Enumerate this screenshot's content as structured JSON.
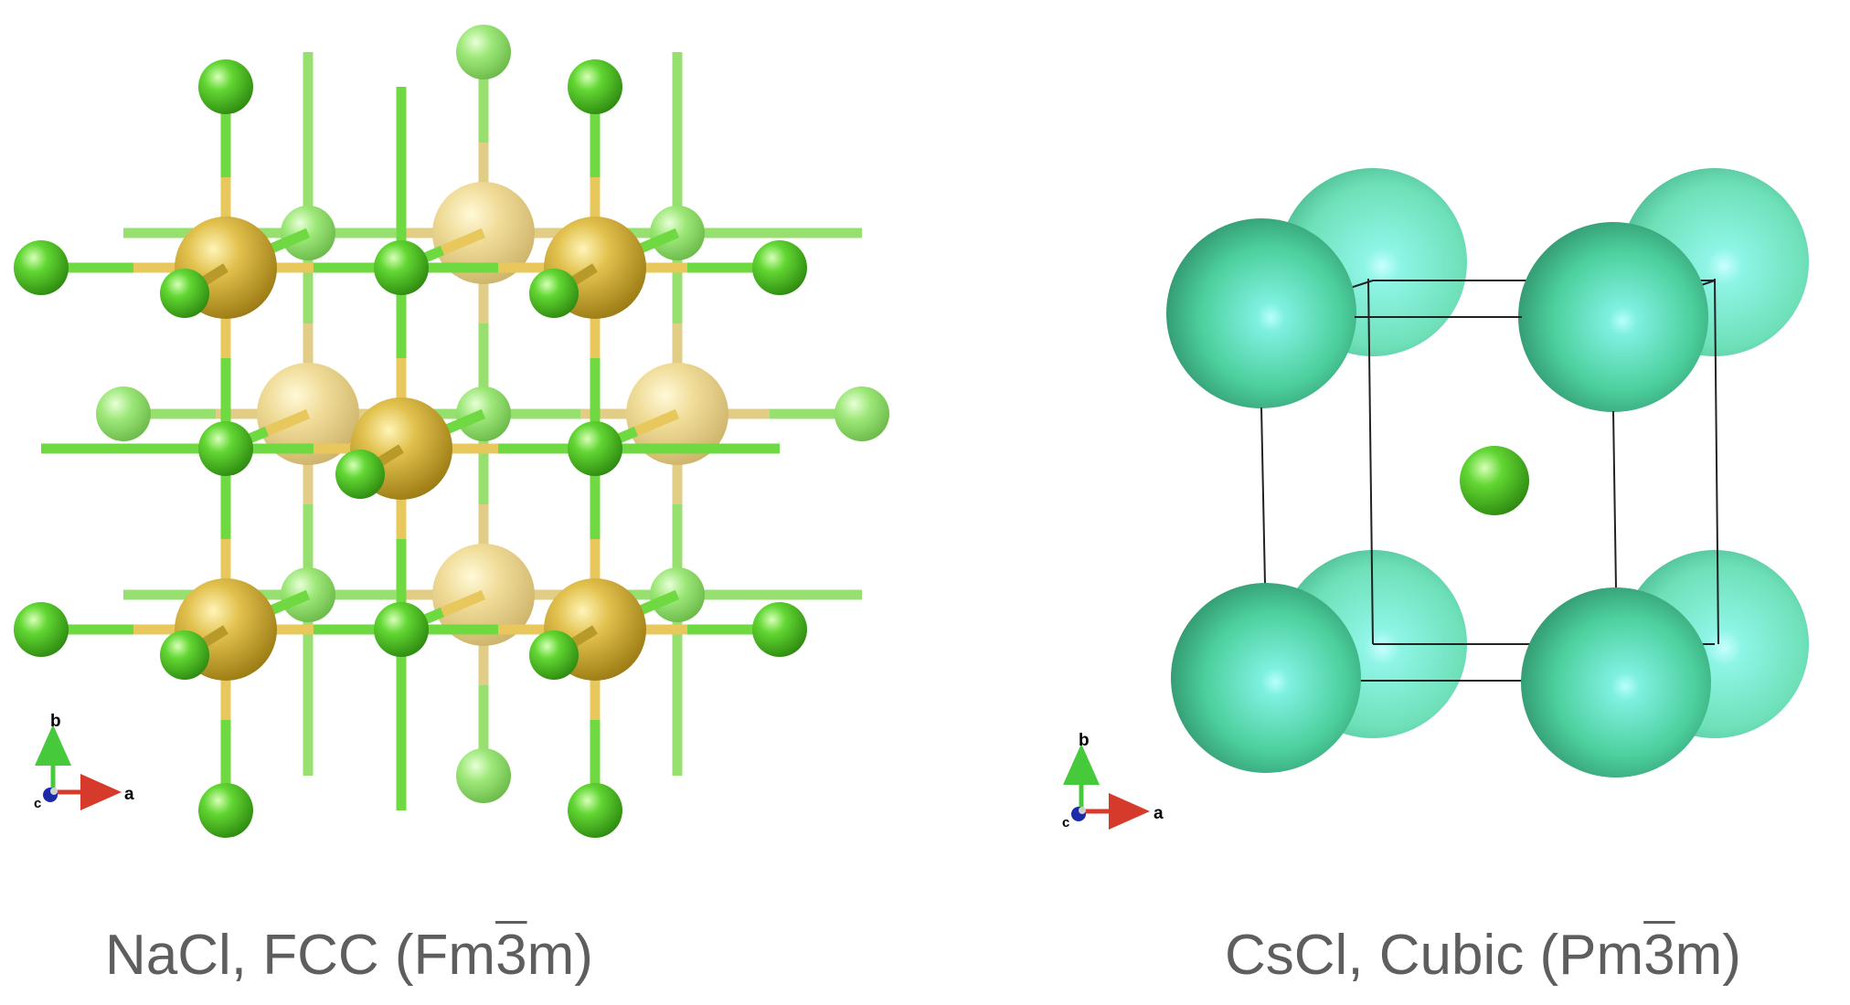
{
  "colors": {
    "cl_atom": "#6fd941",
    "na_atom": "#e8c85c",
    "cs_atom": "#5fd9a9",
    "axis_a": "#d63a2b",
    "axis_b": "#47c93c",
    "axis_c": "#1b2aa8",
    "caption": "#5e5e5e",
    "cell_edge": "#222222"
  },
  "panels": [
    {
      "caption_prefix": "NaCl, FCC (Fm",
      "caption_bar": "3",
      "caption_suffix": "m)",
      "axis_labels": {
        "a": "a",
        "b": "b",
        "c": "c"
      }
    },
    {
      "caption_prefix": "CsCl, Cubic (Pm",
      "caption_bar": "3",
      "caption_suffix": "m)",
      "axis_labels": {
        "a": "a",
        "b": "b",
        "c": "c"
      }
    }
  ]
}
